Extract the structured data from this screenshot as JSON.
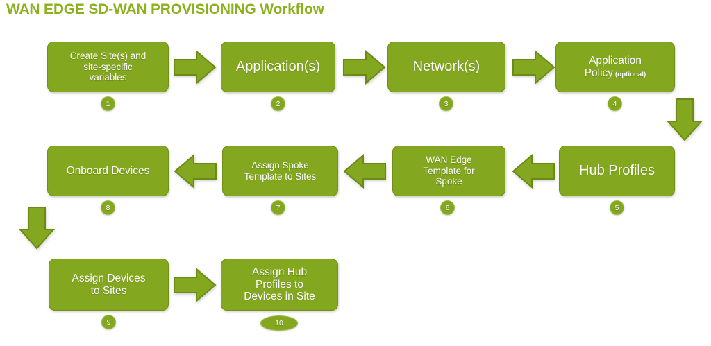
{
  "header": {
    "title": "WAN EDGE SD-WAN PROVISIONING Workflow",
    "title_color": "#8CB11E",
    "rule_color": "#e4e6e8"
  },
  "theme": {
    "box_fill": "#83A71F",
    "box_border": "#6F8E1A",
    "arrow_fill": "#83A71F",
    "arrow_border": "#6B8A17",
    "badge_fill": "#83A71F",
    "badge_ring": "#9CBB46",
    "text_color": "#FFFFFF"
  },
  "workflow": {
    "steps": [
      {
        "number": "1",
        "label": "Create Site(s) and\nsite-specific\nvariables",
        "badge_shape": "circle"
      },
      {
        "number": "2",
        "label": "Application(s)",
        "badge_shape": "circle"
      },
      {
        "number": "3",
        "label": "Network(s)",
        "badge_shape": "circle"
      },
      {
        "number": "4",
        "label": "Application\nPolicy",
        "suffix": "(optional)",
        "badge_shape": "circle"
      },
      {
        "number": "5",
        "label": "Hub Profiles",
        "badge_shape": "circle"
      },
      {
        "number": "6",
        "label": "WAN Edge\nTemplate for\nSpoke",
        "badge_shape": "circle"
      },
      {
        "number": "7",
        "label": "Assign Spoke\nTemplate to Sites",
        "badge_shape": "circle"
      },
      {
        "number": "8",
        "label": "Onboard Devices",
        "badge_shape": "circle"
      },
      {
        "number": "9",
        "label": "Assign Devices\nto Sites",
        "badge_shape": "circle"
      },
      {
        "number": "10",
        "label": "Assign Hub\nProfiles to\nDevices in Site",
        "badge_shape": "ellipse"
      }
    ],
    "connectors": [
      {
        "from": "1",
        "to": "2",
        "direction": "right"
      },
      {
        "from": "2",
        "to": "3",
        "direction": "right"
      },
      {
        "from": "3",
        "to": "4",
        "direction": "right"
      },
      {
        "from": "4",
        "to": "5",
        "direction": "down"
      },
      {
        "from": "5",
        "to": "6",
        "direction": "left"
      },
      {
        "from": "6",
        "to": "7",
        "direction": "left"
      },
      {
        "from": "7",
        "to": "8",
        "direction": "left"
      },
      {
        "from": "8",
        "to": "9",
        "direction": "down"
      },
      {
        "from": "9",
        "to": "10",
        "direction": "right"
      }
    ]
  }
}
